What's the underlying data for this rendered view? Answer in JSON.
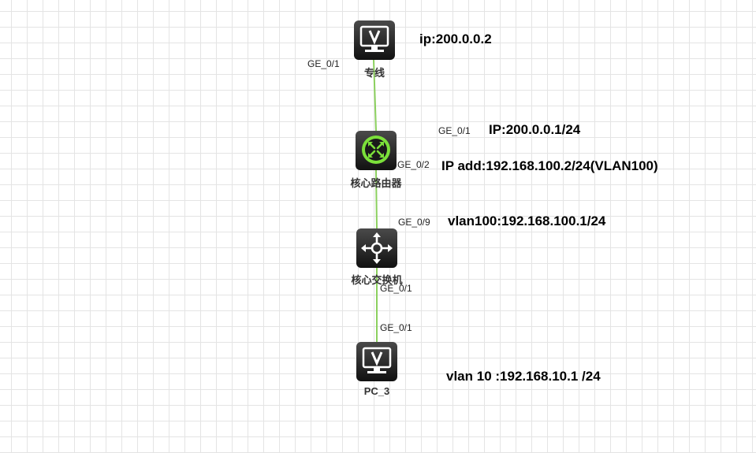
{
  "nodes": {
    "leased_line": {
      "label": "专线",
      "icon": "terminal-icon"
    },
    "core_router": {
      "label": "核心路由器",
      "icon": "router-icon"
    },
    "core_switch": {
      "label": "核心交换机",
      "icon": "l3-switch-icon"
    },
    "pc": {
      "label": "PC_3",
      "icon": "terminal-icon"
    }
  },
  "ports": {
    "leased_line_ge01": "GE_0/1",
    "router_ge01": "GE_0/1",
    "router_ge02": "GE_0/2",
    "switch_ge09": "GE_0/9",
    "switch_ge01": "GE_0/1",
    "pc_ge01": "GE_0/1"
  },
  "annotations": {
    "leased_line_ip": "ip:200.0.0.2",
    "router_wan_ip": "IP:200.0.0.1/24",
    "router_lan_ip": "IP add:192.168.100.2/24(VLAN100)",
    "switch_vlan100": "vlan100:192.168.100.1/24",
    "pc_vlan10": "vlan 10 :192.168.10.1 /24"
  },
  "colors": {
    "link": "#8bd05e",
    "device_body": "#2b2b2b",
    "router_accent": "#7be03a"
  }
}
